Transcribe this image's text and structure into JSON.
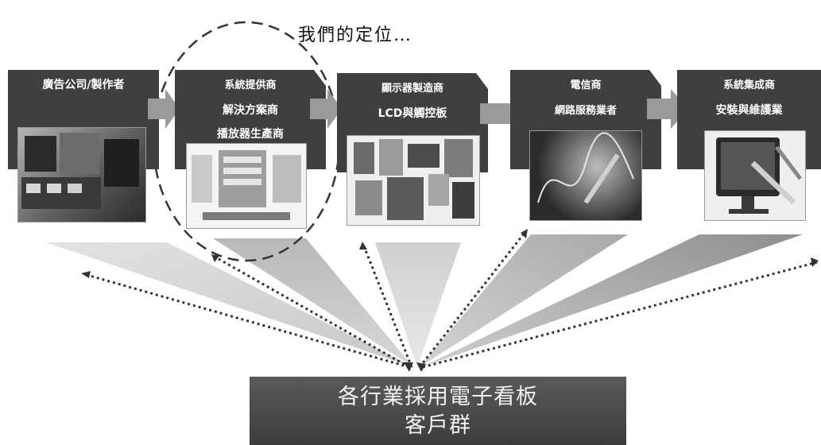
{
  "title": "我們的定位…",
  "stages": [
    {
      "id": "ad-agency",
      "lines": [
        "廣告公司/製作者"
      ],
      "image": "broadcast-studio"
    },
    {
      "id": "system-provider",
      "lines": [
        "系統提供商",
        "解決方案商",
        "播放器生產商"
      ],
      "image": "system-architecture-diagram"
    },
    {
      "id": "display-maker",
      "lines": [
        "顯示器製造商",
        "LCD與觸控板"
      ],
      "image": "display-panels-collage"
    },
    {
      "id": "telecom",
      "lines": [
        "電信商",
        "網路服務業者"
      ],
      "image": "network-signal-graphic"
    },
    {
      "id": "integrator",
      "lines": [
        "系統集成商",
        "安裝與維護業"
      ],
      "image": "monitor-with-tools"
    }
  ],
  "customer": {
    "line1": "各行業採用電子看板",
    "line2": "客戶群"
  },
  "colors": {
    "stage_dark": "#3f3f3f",
    "stage_mid": "#7a7a7a",
    "arrow": "#9a9a9a",
    "wedge_light": "#d8d8d8",
    "wedge_dark": "#a6a6a6"
  }
}
